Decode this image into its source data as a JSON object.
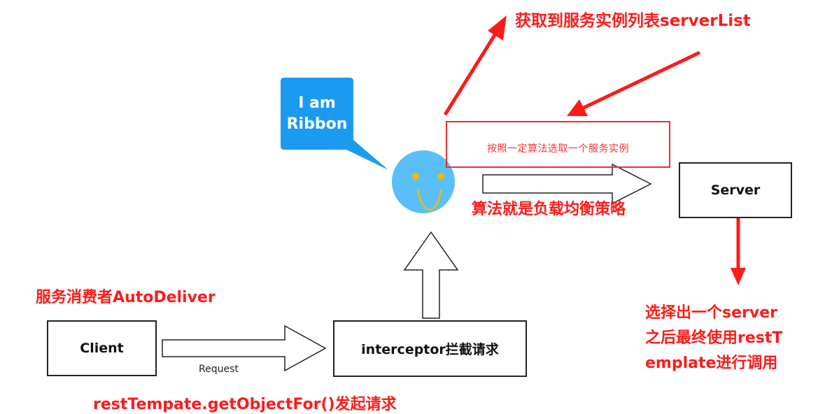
{
  "bubble": {
    "line1": "I am",
    "line2": "Ribbon"
  },
  "labels": {
    "top": "获取到服务实例列表serverList",
    "algo_select": "按照一定算法选取一个服务实例",
    "algo_strategy": "算法就是负载均衡策略",
    "consumer": "服务消费者AutoDeliver",
    "request": "Request",
    "call": "restTempate.getObjectFor()发起请求",
    "server_select": "选择出一个server\n之后最终使用restT\nemplate进行调用"
  },
  "boxes": {
    "server": "Server",
    "client": "Client",
    "interceptor": "interceptor拦截请求"
  },
  "colors": {
    "annotation_red": "#ff1a1a",
    "bubble_blue": "#1a9bf0",
    "face_blue": "#5bbff7",
    "eye_yellow": "#f5b800"
  }
}
